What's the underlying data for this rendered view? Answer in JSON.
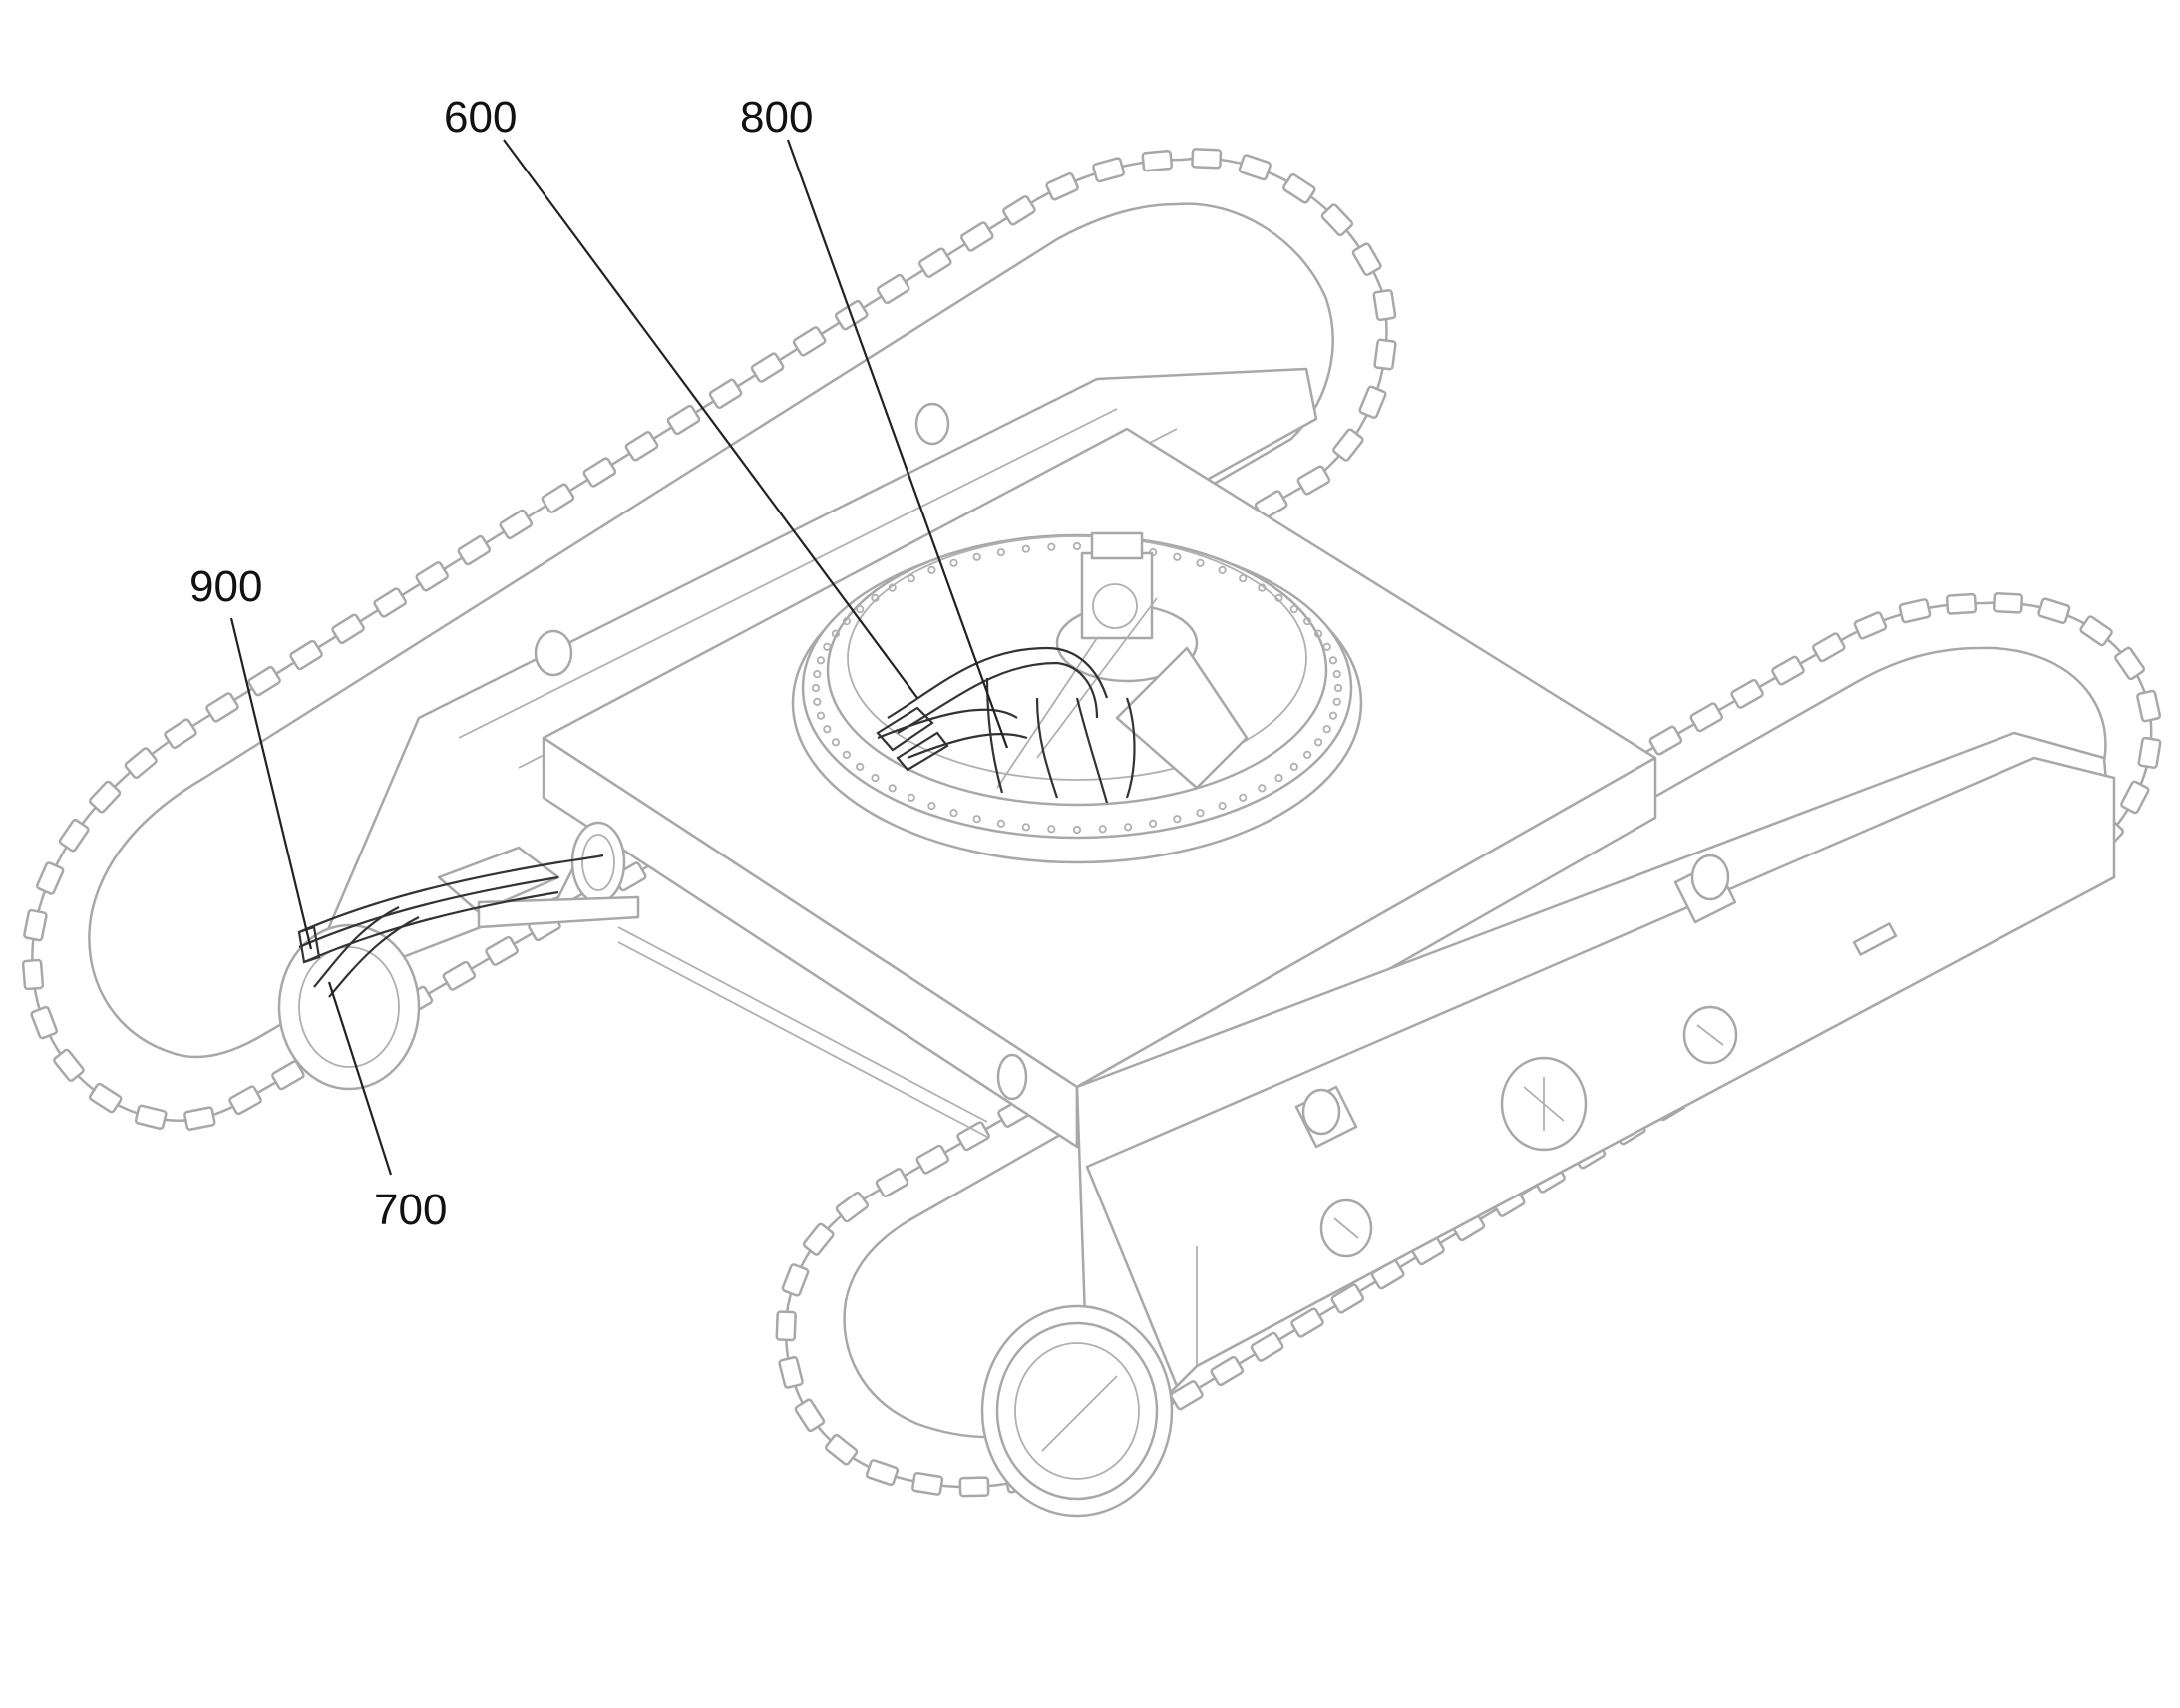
{
  "figure": {
    "colors": {
      "drawing": "#a8a8a8",
      "hoses": "#333333",
      "text": "#111111",
      "background": "#ffffff"
    },
    "callouts": [
      {
        "id": "600",
        "label": "600"
      },
      {
        "id": "800",
        "label": "800"
      },
      {
        "id": "900",
        "label": "900"
      },
      {
        "id": "700",
        "label": "700"
      }
    ]
  }
}
